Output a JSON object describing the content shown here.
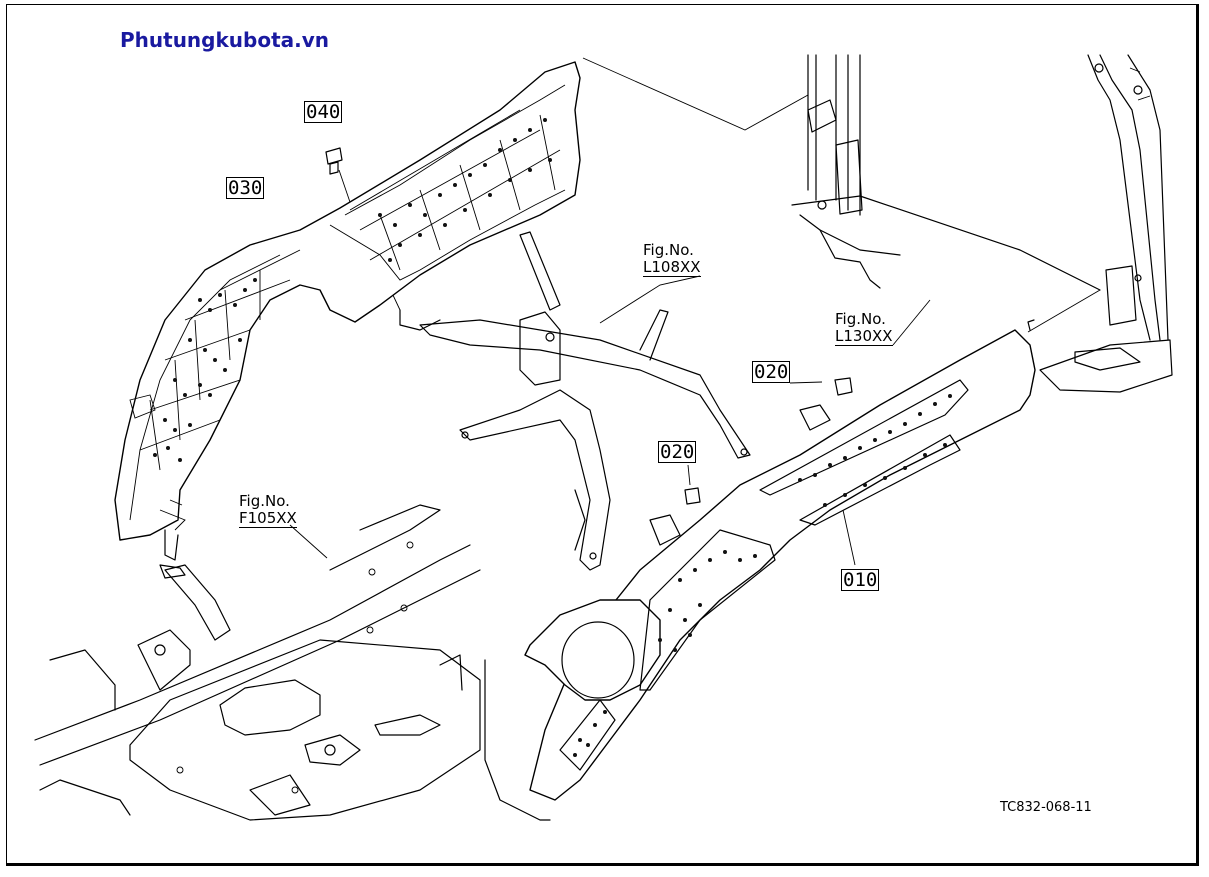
{
  "watermark": "Phutungkubota.vn",
  "drawing_code": "TC832-068-11",
  "part_labels": {
    "p040": "040",
    "p030": "030",
    "p020a": "020",
    "p020b": "020",
    "p010": "010"
  },
  "figure_refs": {
    "l108": {
      "prefix": "Fig.No.",
      "number": "L108XX"
    },
    "l130": {
      "prefix": "Fig.No.",
      "number": "L130XX"
    },
    "f105": {
      "prefix": "Fig.No.",
      "number": "F105XX"
    }
  },
  "colors": {
    "watermark": "#1a1aa0",
    "line": "#000000",
    "background": "#ffffff"
  }
}
